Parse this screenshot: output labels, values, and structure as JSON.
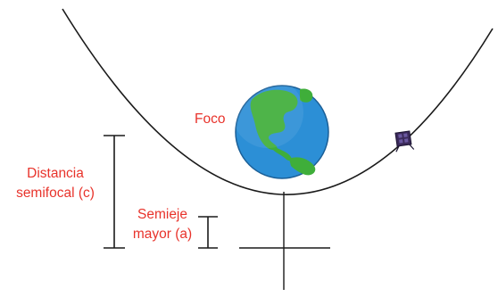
{
  "labels": {
    "focus": "Foco",
    "focal_distance_line1": "Distancia",
    "focal_distance_line2": "semifocal (c)",
    "semi_major_line1": "Semieje",
    "semi_major_line2": "mayor (a)"
  },
  "colors": {
    "label_text": "#e8332b",
    "curve": "#1a1a1a",
    "ocean": "#2c8fd6",
    "land": "#3fae3a",
    "satellite": "#3b2a5a"
  },
  "icons": {
    "earth": "earth-globe-icon",
    "satellite": "satellite-icon"
  }
}
